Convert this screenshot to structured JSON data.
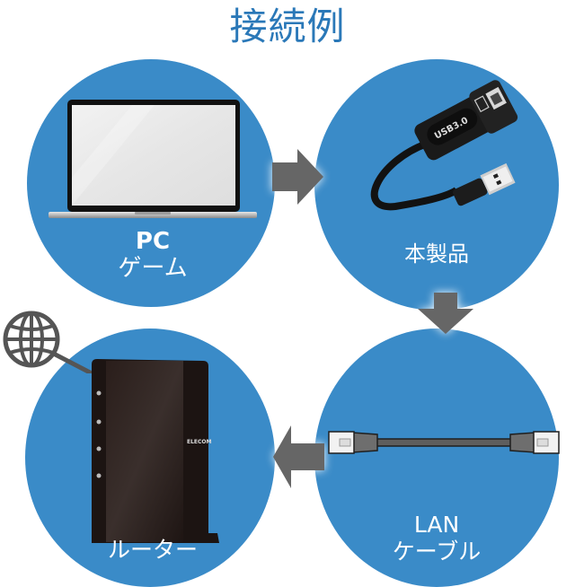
{
  "title": "接続例",
  "nodes": [
    {
      "id": "pc",
      "label_line1": "PC",
      "label_line2": "ゲーム",
      "icon": "laptop-icon"
    },
    {
      "id": "product",
      "label_line1": "本製品",
      "icon": "usb-lan-adapter-icon",
      "adapter_text": "USB3.0"
    },
    {
      "id": "lan",
      "label_line1": "LAN",
      "label_line2": "ケーブル",
      "icon": "lan-cable-icon"
    },
    {
      "id": "router",
      "label_line1": "ルーター",
      "icon": "router-icon",
      "brand_text": "ELECOM"
    }
  ],
  "edges": [
    {
      "from": "pc",
      "to": "product",
      "direction": "right"
    },
    {
      "from": "product",
      "to": "lan",
      "direction": "down"
    },
    {
      "from": "lan",
      "to": "router",
      "direction": "left"
    },
    {
      "from": "router",
      "to": "internet",
      "connector": "line"
    }
  ],
  "internet_icon": "globe-icon",
  "colors": {
    "circle": "#3a8bc8",
    "title": "#2a78b8",
    "arrow": "#666666",
    "label": "#ffffff"
  }
}
